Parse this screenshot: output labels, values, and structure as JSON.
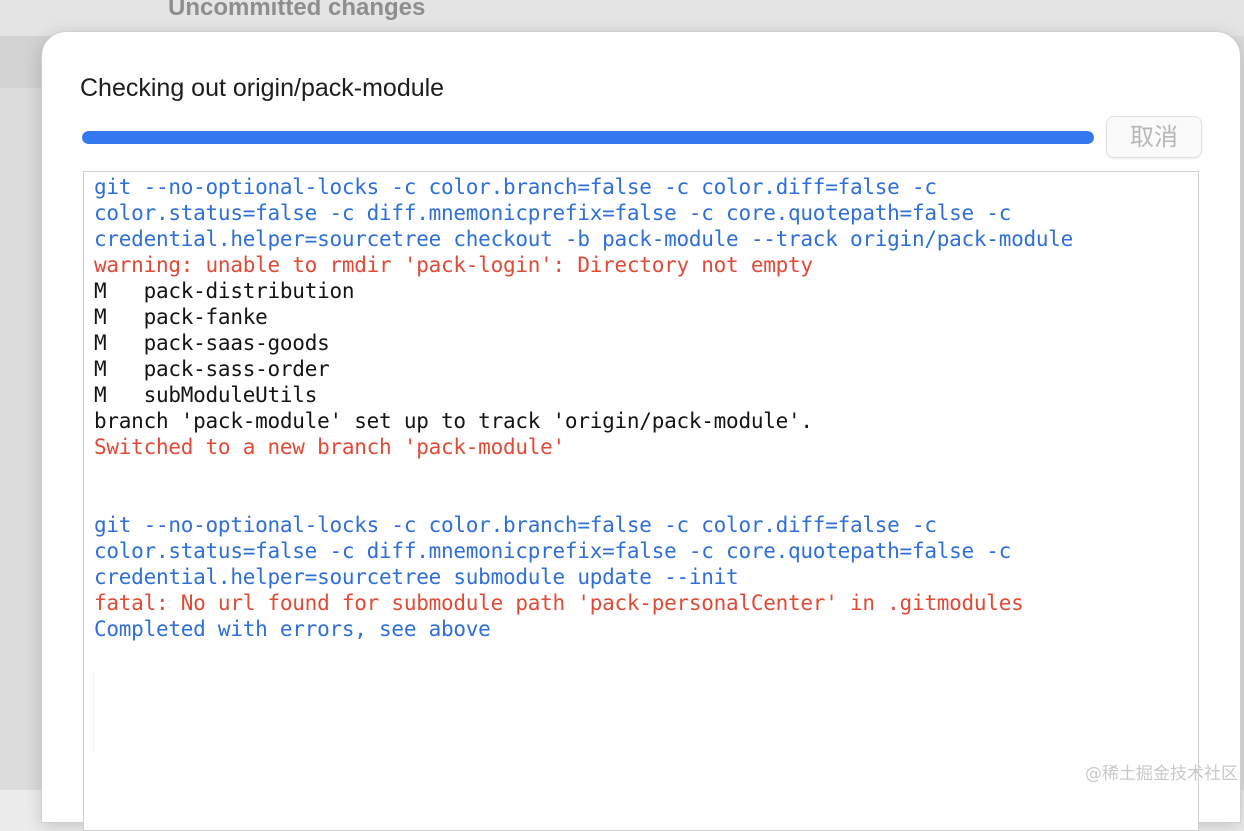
{
  "background": {
    "heading": "Uncommitted changes"
  },
  "dialog": {
    "title": "Checking out origin/pack-module",
    "progress": 1.0,
    "cancel_label": "取消",
    "log_lines": [
      {
        "kind": "cmd",
        "text": "git --no-optional-locks -c color.branch=false -c color.diff=false -c"
      },
      {
        "kind": "cmd",
        "text": "color.status=false -c diff.mnemonicprefix=false -c core.quotepath=false -c"
      },
      {
        "kind": "cmd",
        "text": "credential.helper=sourcetree checkout -b pack-module --track origin/pack-module"
      },
      {
        "kind": "err",
        "text": "warning: unable to rmdir 'pack-login': Directory not empty"
      },
      {
        "kind": "out",
        "text": "M\tpack-distribution"
      },
      {
        "kind": "out",
        "text": "M\tpack-fanke"
      },
      {
        "kind": "out",
        "text": "M\tpack-saas-goods"
      },
      {
        "kind": "out",
        "text": "M\tpack-sass-order"
      },
      {
        "kind": "out",
        "text": "M\tsubModuleUtils"
      },
      {
        "kind": "out",
        "text": "branch 'pack-module' set up to track 'origin/pack-module'."
      },
      {
        "kind": "err",
        "text": "Switched to a new branch 'pack-module'"
      },
      {
        "kind": "blank",
        "text": ""
      },
      {
        "kind": "blank",
        "text": ""
      },
      {
        "kind": "cmd",
        "text": "git --no-optional-locks -c color.branch=false -c color.diff=false -c"
      },
      {
        "kind": "cmd",
        "text": "color.status=false -c diff.mnemonicprefix=false -c core.quotepath=false -c"
      },
      {
        "kind": "cmd",
        "text": "credential.helper=sourcetree submodule update --init"
      },
      {
        "kind": "err",
        "text": "fatal: No url found for submodule path 'pack-personalCenter' in .gitmodules"
      },
      {
        "kind": "cmd",
        "text": "Completed with errors, see above"
      }
    ]
  },
  "watermark": "@稀土掘金技术社区",
  "colors": {
    "accent": "#3478f0",
    "command": "#2f6fd9",
    "error": "#e04a36",
    "output": "#141414"
  }
}
